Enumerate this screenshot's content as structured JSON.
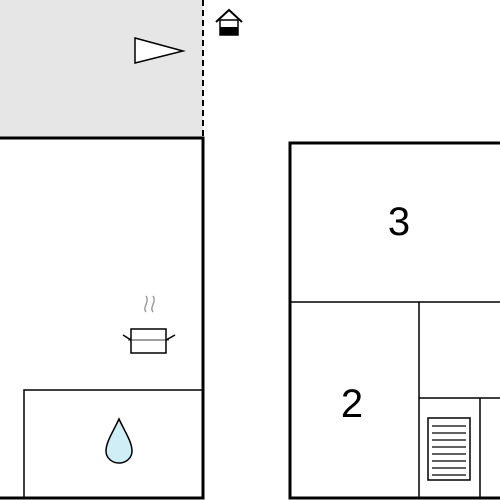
{
  "floorplan": {
    "rooms": [
      {
        "id": "bedroom-3",
        "label": "3"
      },
      {
        "id": "bedroom-2",
        "label": "2"
      }
    ],
    "icons": {
      "entrance": "house-entrance-icon",
      "terrace_direction": "direction-triangle-icon",
      "kitchen": "cooking-pot-icon",
      "bathroom": "water-drop-icon",
      "stairs": "stairs-icon"
    },
    "colors": {
      "wall": "#000000",
      "terrace": "#e6e6e6",
      "water": "#cfeef5",
      "background": "#ffffff"
    }
  }
}
